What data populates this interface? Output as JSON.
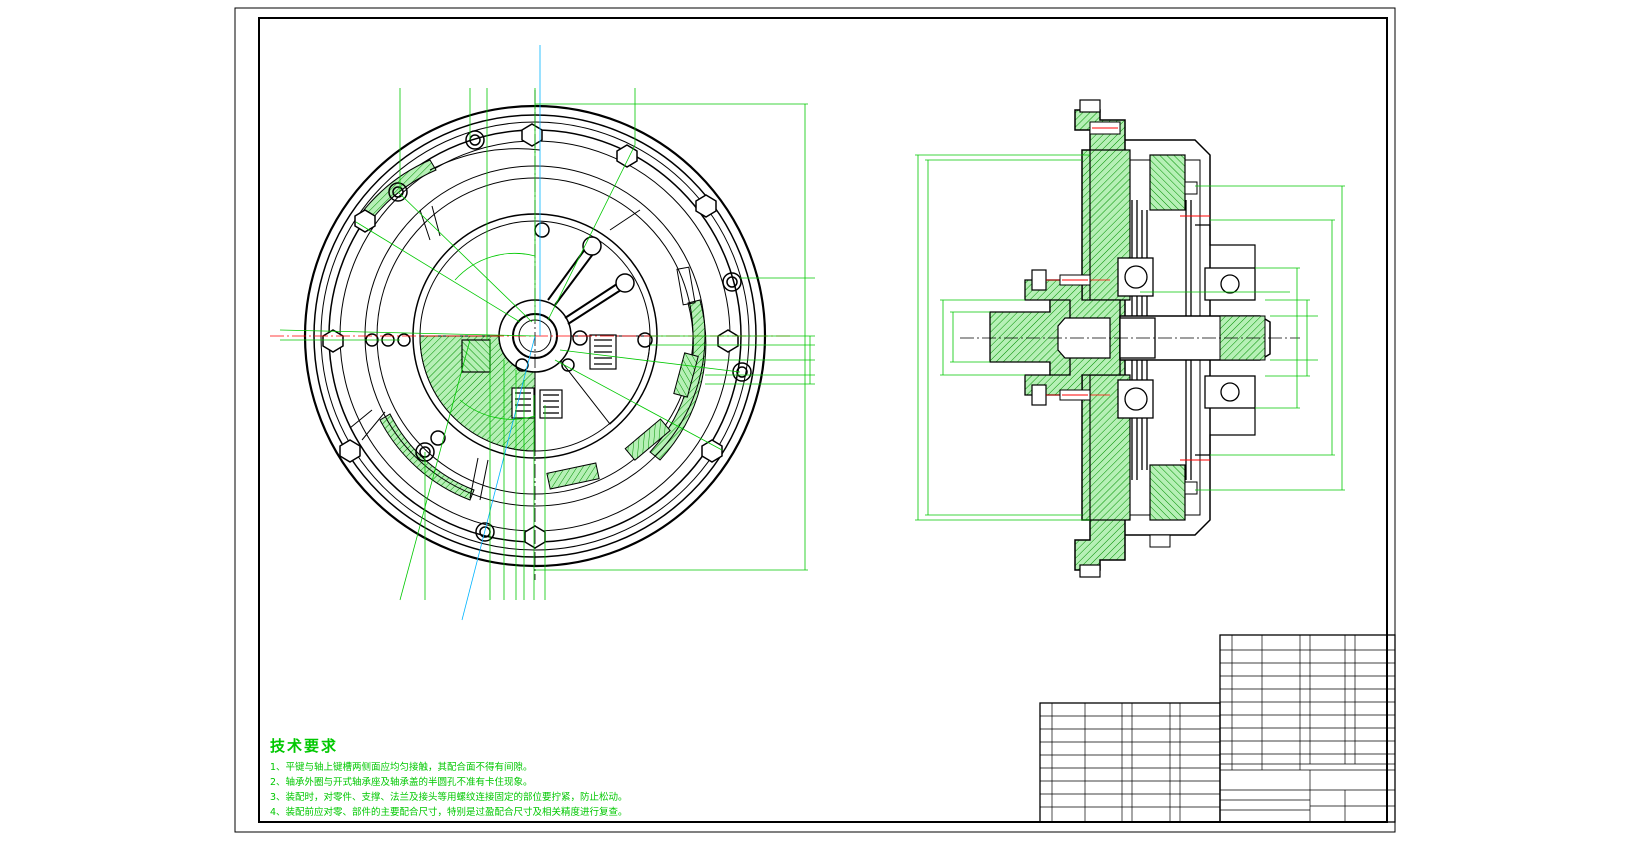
{
  "technical_requirements": {
    "title": "技术要求",
    "items": [
      "1、平键与轴上键槽两侧面应均匀接触，其配合面不得有间隙。",
      "2、轴承外圈与开式轴承座及轴承盖的半圆孔不准有卡住现象。",
      "3、装配时，对零件、支撑、法兰及接头等用螺纹连接固定的部位要拧紧，防止松动。",
      "4、装配前应对零、部件的主要配合尺寸，特别是过盈配合尺寸及相关精度进行复查。"
    ]
  },
  "colors": {
    "outline": "#000000",
    "dimension": "#00c800",
    "section_fill": "#b6f0b6",
    "hatch": "#009000",
    "center_line": "#ff0000",
    "leader": "#00b4ff"
  }
}
